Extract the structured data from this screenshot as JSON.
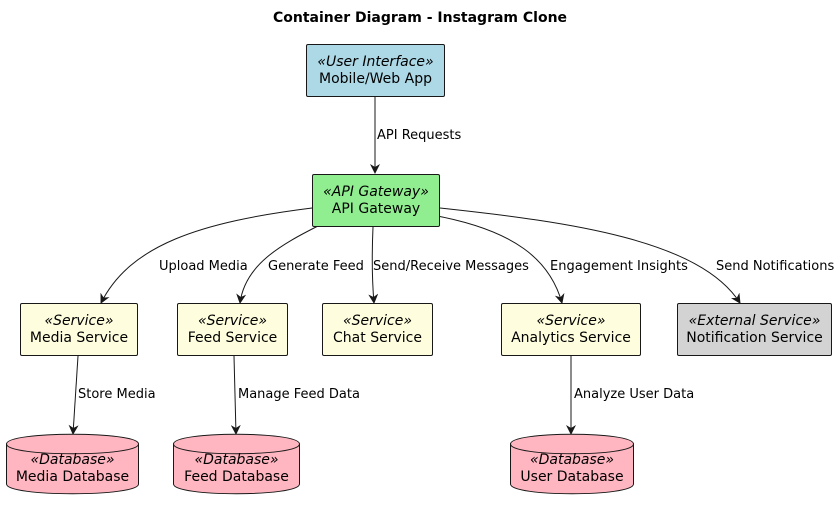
{
  "title": "Container Diagram - Instagram Clone",
  "colors": {
    "ui": "#ADD8E6",
    "gateway": "#90EE90",
    "service": "#FEFEDF",
    "external": "#D3D3D3",
    "database": "#FFB6C1",
    "stroke": "#181818"
  },
  "nodes": {
    "app": {
      "stereotype": "«User Interface»",
      "name": "Mobile/Web App"
    },
    "gateway": {
      "stereotype": "«API Gateway»",
      "name": "API Gateway"
    },
    "media_service": {
      "stereotype": "«Service»",
      "name": "Media Service"
    },
    "feed_service": {
      "stereotype": "«Service»",
      "name": "Feed Service"
    },
    "chat_service": {
      "stereotype": "«Service»",
      "name": "Chat Service"
    },
    "analytics_service": {
      "stereotype": "«Service»",
      "name": "Analytics Service"
    },
    "notification_service": {
      "stereotype": "«External Service»",
      "name": "Notification Service"
    },
    "media_db": {
      "stereotype": "«Database»",
      "name": "Media Database"
    },
    "feed_db": {
      "stereotype": "«Database»",
      "name": "Feed Database"
    },
    "user_db": {
      "stereotype": "«Database»",
      "name": "User Database"
    }
  },
  "edges": {
    "api_requests": "API Requests",
    "upload_media": "Upload Media",
    "generate_feed": "Generate Feed",
    "send_receive": "Send/Receive Messages",
    "engagement": "Engagement Insights",
    "send_notifications": "Send Notifications",
    "store_media": "Store Media",
    "manage_feed": "Manage Feed Data",
    "analyze_user": "Analyze User Data"
  }
}
